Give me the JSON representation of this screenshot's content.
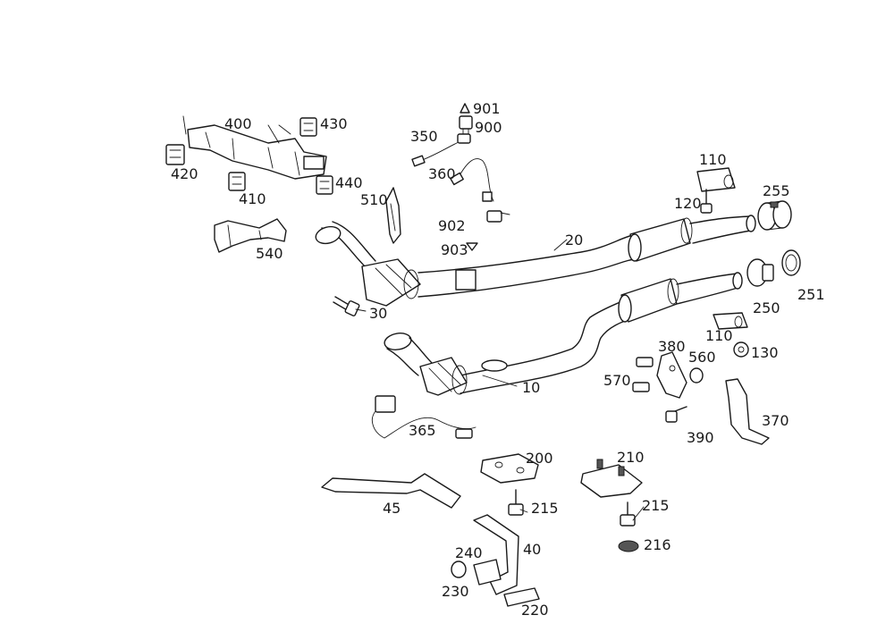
{
  "labels": {
    "p10": "10",
    "p20": "20",
    "p30": "30",
    "p40": "40",
    "p45": "45",
    "p110a": "110",
    "p110b": "110",
    "p120": "120",
    "p130": "130",
    "p200": "200",
    "p210": "210",
    "p215a": "215",
    "p215b": "215",
    "p216": "216",
    "p220": "220",
    "p230": "230",
    "p240": "240",
    "p250": "250",
    "p251": "251",
    "p255": "255",
    "p350": "350",
    "p360": "360",
    "p365": "365",
    "p370": "370",
    "p380": "380",
    "p390": "390",
    "p400": "400",
    "p410": "410",
    "p420": "420",
    "p430": "430",
    "p440": "440",
    "p510": "510",
    "p540": "540",
    "p560": "560",
    "p570": "570",
    "p900": "900",
    "p901": "901",
    "p902": "902",
    "p903": "903"
  },
  "colors": {
    "line": "#1a1a1a",
    "shade": "#cfcfcf",
    "background": "#ffffff"
  }
}
